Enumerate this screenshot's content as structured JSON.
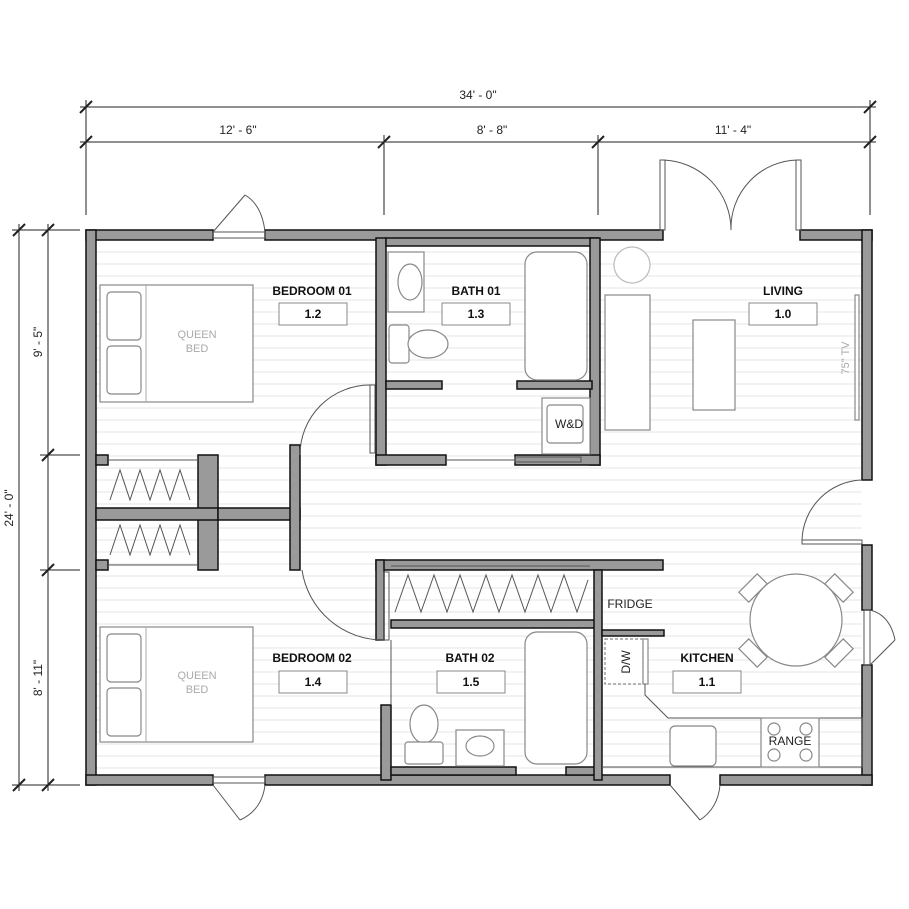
{
  "dimensions": {
    "overall_width": "34' - 0\"",
    "segments_top": [
      "12' - 6\"",
      "8' - 8\"",
      "11' - 4\""
    ],
    "overall_depth": "24' - 0\"",
    "segments_left": [
      "9' - 5\"",
      "8' - 11\""
    ]
  },
  "rooms": [
    {
      "name": "BEDROOM 01",
      "number": "1.2"
    },
    {
      "name": "BATH 01",
      "number": "1.3"
    },
    {
      "name": "LIVING",
      "number": "1.0"
    },
    {
      "name": "BEDROOM 02",
      "number": "1.4"
    },
    {
      "name": "BATH 02",
      "number": "1.5"
    },
    {
      "name": "KITCHEN",
      "number": "1.1"
    }
  ],
  "fixtures": {
    "bed_label_1": "QUEEN",
    "bed_label_2": "BED",
    "washer_dryer": "W&D",
    "tv": "75\" TV",
    "fridge": "FRIDGE",
    "dishwasher": "D/W",
    "range": "RANGE"
  }
}
